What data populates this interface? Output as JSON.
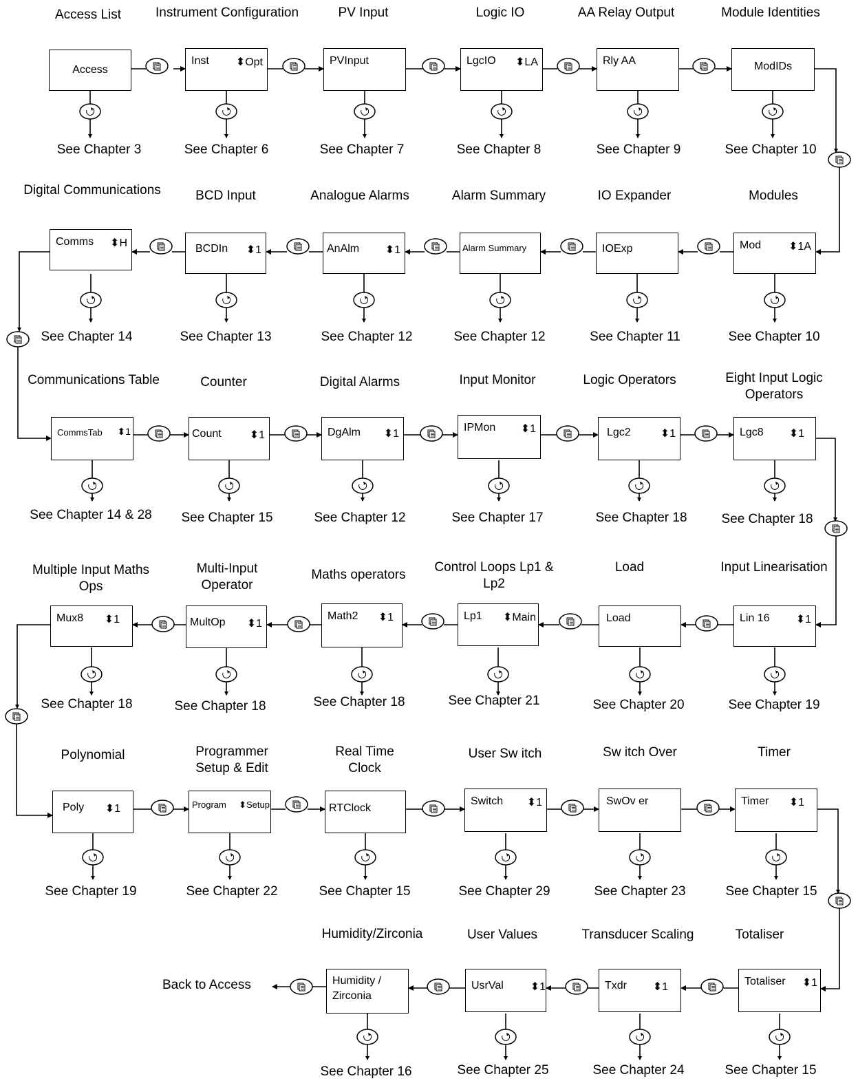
{
  "rows": [
    [
      {
        "id": "access",
        "title": "Access List",
        "label": "Access",
        "option": "",
        "chapter": "See Chapter 3"
      },
      {
        "id": "inst",
        "title": "Instrument Configuration",
        "label": "Inst",
        "option": "Opt",
        "chapter": "See Chapter 6"
      },
      {
        "id": "pvinput",
        "title": "PV Input",
        "label": "PVInput",
        "option": "",
        "chapter": "See Chapter 7"
      },
      {
        "id": "lgcio",
        "title": "Logic IO",
        "label": "LgcIO",
        "option": "LA",
        "chapter": "See Chapter 8"
      },
      {
        "id": "rlyaa",
        "title": "AA Relay Output",
        "label": "Rly AA",
        "option": "",
        "chapter": "See Chapter 9"
      },
      {
        "id": "modids",
        "title": "Module Identities",
        "label": "ModIDs",
        "option": "",
        "chapter": "See Chapter 10"
      }
    ],
    [
      {
        "id": "comms",
        "title": "Digital Communications",
        "label": "Comms",
        "option": "H",
        "chapter": "See Chapter 14"
      },
      {
        "id": "bcdin",
        "title": "BCD Input",
        "label": "BCDIn",
        "option": "1",
        "chapter": "See Chapter 13"
      },
      {
        "id": "analm",
        "title": "Analogue Alarms",
        "label": "AnAlm",
        "option": "1",
        "chapter": "See Chapter 12"
      },
      {
        "id": "alarm-summary",
        "title": "Alarm Summary",
        "label": "Alarm Summary",
        "option": "",
        "chapter": "See Chapter 12"
      },
      {
        "id": "ioexp",
        "title": "IO Expander",
        "label": "IOExp",
        "option": "",
        "chapter": "See Chapter 11"
      },
      {
        "id": "mod",
        "title": "Modules",
        "label": "Mod",
        "option": "1A",
        "chapter": "See Chapter 10"
      }
    ],
    [
      {
        "id": "comms-tab",
        "title": "Communications Table",
        "label": "CommsTab",
        "option": "1",
        "chapter": "See Chapter 14 & 28"
      },
      {
        "id": "count",
        "title": "Counter",
        "label": "Count",
        "option": "1",
        "chapter": "See Chapter 15"
      },
      {
        "id": "dgalm",
        "title": "Digital Alarms",
        "label": "DgAlm",
        "option": "1",
        "chapter": "See Chapter 12"
      },
      {
        "id": "ipmon",
        "title": "Input Monitor",
        "label": "IPMon",
        "option": "1",
        "chapter": "See Chapter 17"
      },
      {
        "id": "lgc2",
        "title": "Logic Operators",
        "label": "Lgc2",
        "option": "1",
        "chapter": "See Chapter 18"
      },
      {
        "id": "lgc8",
        "title": "Eight Input Logic Operators",
        "label": "Lgc8",
        "option": "1",
        "chapter": "See Chapter 18"
      }
    ],
    [
      {
        "id": "mux8",
        "title": "Multiple Input Maths Ops",
        "label": "Mux8",
        "option": "1",
        "chapter": "See Chapter 18"
      },
      {
        "id": "multop",
        "title": "Multi-Input Operator",
        "label": "MultOp",
        "option": "1",
        "chapter": "See Chapter 18"
      },
      {
        "id": "math2",
        "title": "Maths operators",
        "label": "Math2",
        "option": "1",
        "chapter": "See Chapter 18"
      },
      {
        "id": "lp1",
        "title": "Control Loops Lp1 & Lp2",
        "label": "Lp1",
        "option": "Main",
        "chapter": "See Chapter 21"
      },
      {
        "id": "load",
        "title": "Load",
        "label": "Load",
        "option": "",
        "chapter": "See Chapter 20"
      },
      {
        "id": "lin16",
        "title": "Input Linearisation",
        "label": "Lin 16",
        "option": "1",
        "chapter": "See Chapter 19"
      }
    ],
    [
      {
        "id": "poly",
        "title": "Polynomial",
        "label": "Poly",
        "option": "1",
        "chapter": "See Chapter 19"
      },
      {
        "id": "program",
        "title": "Programmer Setup & Edit",
        "label": "Program",
        "option": "Setup",
        "chapter": "See Chapter 22"
      },
      {
        "id": "rtclock",
        "title": "Real Time Clock",
        "label": "RTClock",
        "option": "",
        "chapter": "See Chapter 15"
      },
      {
        "id": "switch",
        "title": "User Sw itch",
        "label": "Switch",
        "option": "1",
        "chapter": "See Chapter 29"
      },
      {
        "id": "swover",
        "title": "Sw itch Over",
        "label": "SwOv er",
        "option": "",
        "chapter": "See Chapter 23"
      },
      {
        "id": "timer",
        "title": "Timer",
        "label": "Timer",
        "option": "1",
        "chapter": "See Chapter 15"
      }
    ],
    [
      {
        "id": "humidity",
        "title": "Humidity/Zirconia",
        "label": "Humidity / Zirconia",
        "option": "",
        "chapter": "See Chapter 16"
      },
      {
        "id": "usrval",
        "title": "User Values",
        "label": "UsrVal",
        "option": "1",
        "chapter": "See Chapter 25"
      },
      {
        "id": "txdr",
        "title": "Transducer Scaling",
        "label": "Txdr",
        "option": "1",
        "chapter": "See Chapter 24"
      },
      {
        "id": "totaliser",
        "title": "Totaliser",
        "label": "Totaliser",
        "option": "1",
        "chapter": "See Chapter 15"
      }
    ]
  ],
  "back_label": "Back to Access",
  "icons": {
    "page_key": "page-key-icon",
    "scroll_key": "scroll-key-icon",
    "updown": "up-down-arrows-icon"
  }
}
